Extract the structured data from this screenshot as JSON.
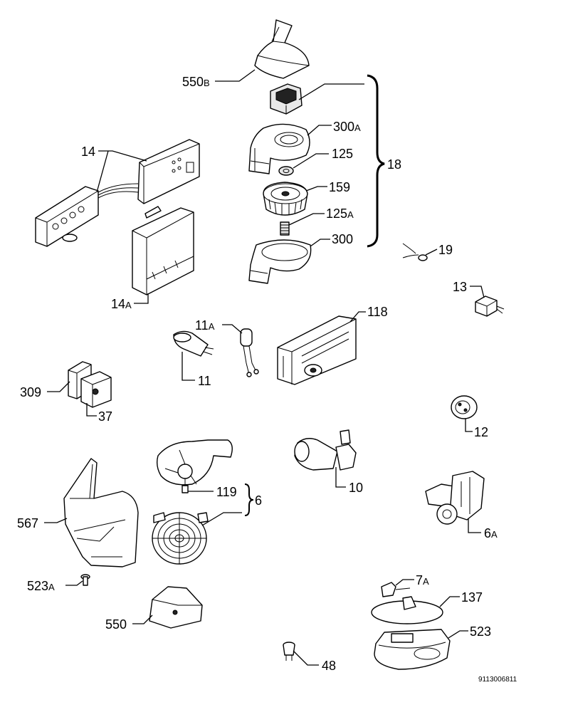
{
  "diagram": {
    "reference_number": "9113006811",
    "labels": {
      "l550b": {
        "main": "550",
        "suffix": "B"
      },
      "l300a": {
        "main": "300",
        "suffix": "A"
      },
      "l125": {
        "main": "125",
        "suffix": ""
      },
      "l18": {
        "main": "18",
        "suffix": ""
      },
      "l159": {
        "main": "159",
        "suffix": ""
      },
      "l125a": {
        "main": "125",
        "suffix": "A"
      },
      "l300": {
        "main": "300",
        "suffix": ""
      },
      "l19": {
        "main": "19",
        "suffix": ""
      },
      "l14": {
        "main": "14",
        "suffix": ""
      },
      "l14a": {
        "main": "14",
        "suffix": "A"
      },
      "l13": {
        "main": "13",
        "suffix": ""
      },
      "l118": {
        "main": "118",
        "suffix": ""
      },
      "l11a": {
        "main": "11",
        "suffix": "A"
      },
      "l11": {
        "main": "11",
        "suffix": ""
      },
      "l309": {
        "main": "309",
        "suffix": ""
      },
      "l37": {
        "main": "37",
        "suffix": ""
      },
      "l12": {
        "main": "12",
        "suffix": ""
      },
      "l10": {
        "main": "10",
        "suffix": ""
      },
      "l119": {
        "main": "119",
        "suffix": ""
      },
      "l6": {
        "main": "6",
        "suffix": ""
      },
      "l567": {
        "main": "567",
        "suffix": ""
      },
      "l6a": {
        "main": "6",
        "suffix": "A"
      },
      "l523a": {
        "main": "523",
        "suffix": "A"
      },
      "l7a": {
        "main": "7",
        "suffix": "A"
      },
      "l137": {
        "main": "137",
        "suffix": ""
      },
      "l550": {
        "main": "550",
        "suffix": ""
      },
      "l523": {
        "main": "523",
        "suffix": ""
      },
      "l48": {
        "main": "48",
        "suffix": ""
      }
    }
  }
}
